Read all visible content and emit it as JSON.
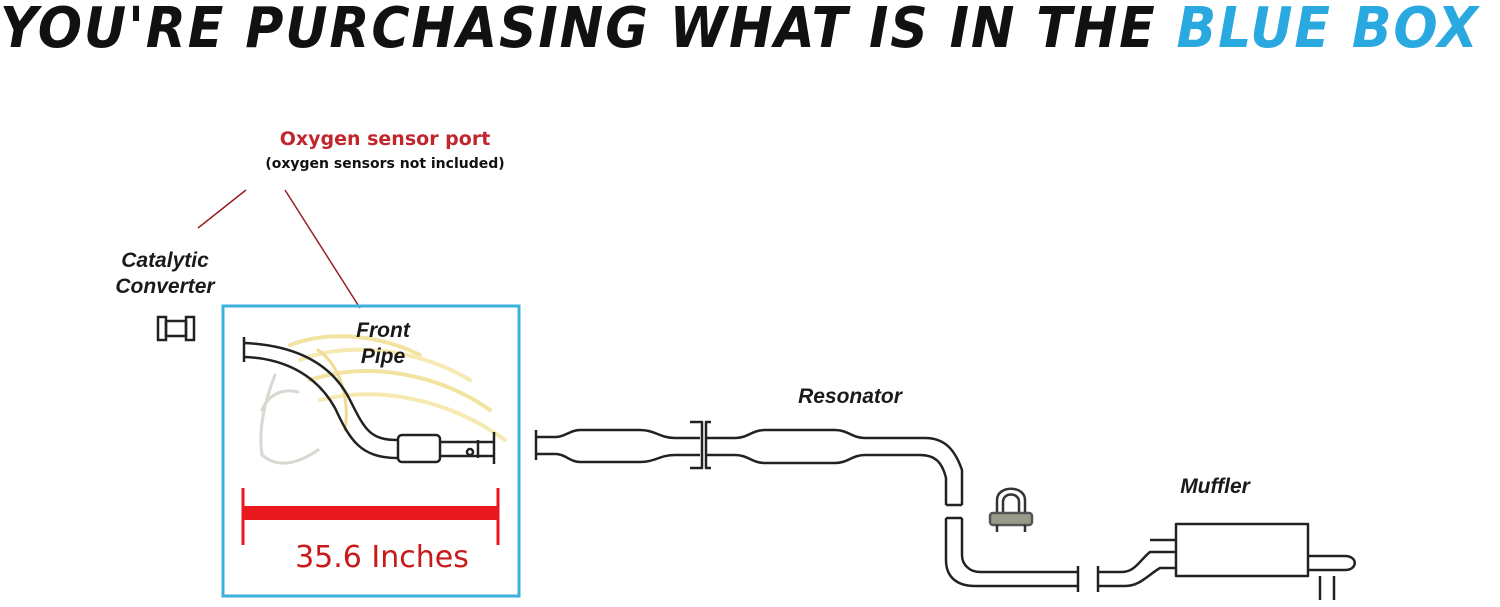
{
  "headline": {
    "main": "YOU'RE PURCHASING WHAT IS IN THE ",
    "highlight": "BLUE BOX",
    "highlight_color": "#2aa9e0"
  },
  "oxygen_sensor": {
    "title": "Oxygen sensor port",
    "note": "(oxygen sensors not included)",
    "title_color": "#c0272d"
  },
  "labels": {
    "catalytic_line1": "Catalytic",
    "catalytic_line2": "Converter",
    "front_line1": "Front",
    "front_line2": "Pipe",
    "resonator": "Resonator",
    "muffler": "Muffler"
  },
  "measurement": {
    "text": "35.6 Inches",
    "bar_color": "#e8181e"
  },
  "box_color": "#3ab0dc"
}
